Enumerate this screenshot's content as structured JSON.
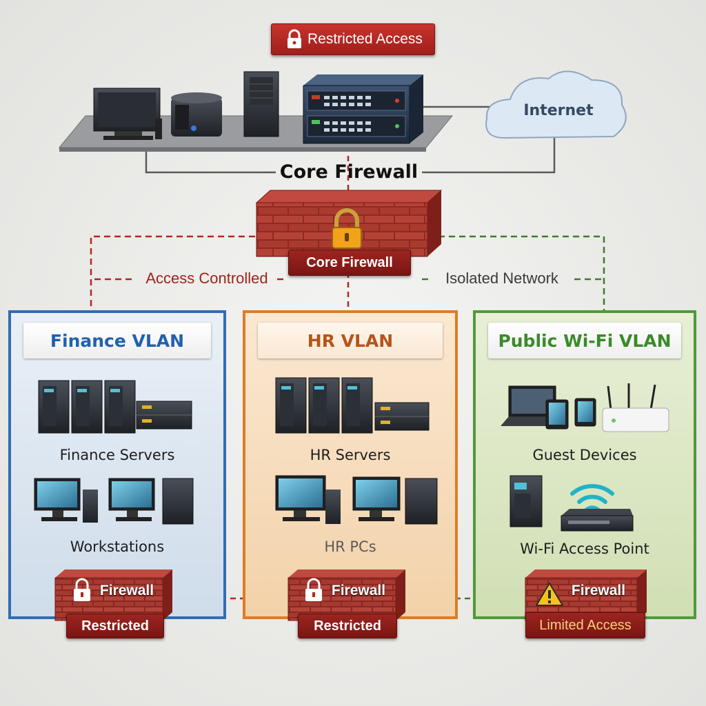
{
  "top_badge": {
    "label": "Restricted Access"
  },
  "internet": {
    "label": "Internet"
  },
  "core_firewall": {
    "heading": "Core Firewall",
    "badge": "Core Firewall"
  },
  "links": {
    "left": "Access Controlled",
    "right": "Isolated Network"
  },
  "vlans": [
    {
      "title": "Finance VLAN",
      "group1": "Finance Servers",
      "group2": "Workstations",
      "firewall_label": "Firewall",
      "status": "Restricted"
    },
    {
      "title": "HR VLAN",
      "group1": "HR Servers",
      "group2": "HR PCs",
      "firewall_label": "Firewall",
      "status": "Restricted"
    },
    {
      "title": "Public Wi-Fi VLAN",
      "group1": "Guest Devices",
      "group2": "Wi-Fi Access Point",
      "firewall_label": "Firewall",
      "status": "Limited Access"
    }
  ],
  "icons": [
    "lock-icon",
    "warning-icon",
    "cloud-icon",
    "server-icon",
    "monitor-icon",
    "router-icon",
    "laptop-icon",
    "tablet-icon",
    "wifi-icon",
    "brick-wall-icon"
  ],
  "colors": {
    "finance": "#2f6db3",
    "hr": "#e07b22",
    "public": "#4f9a3a",
    "restricted": "#b3261e",
    "lock": "#f2a31b"
  }
}
